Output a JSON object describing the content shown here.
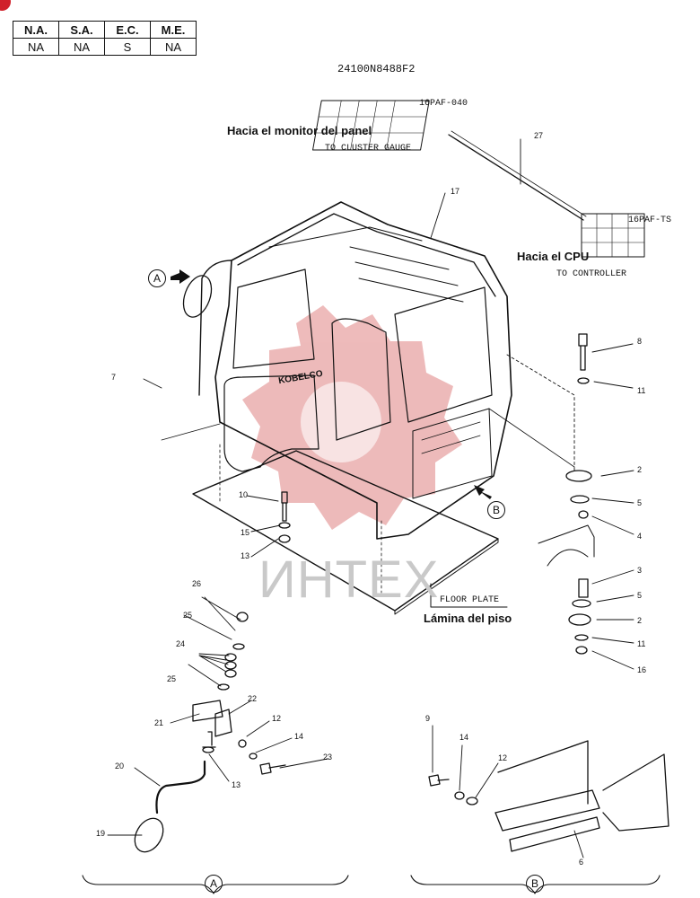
{
  "availability": {
    "headers": [
      "N.A.",
      "S.A.",
      "E.C.",
      "M.E."
    ],
    "values": [
      "NA",
      "NA",
      "S",
      "NA"
    ]
  },
  "drawing_code": "24100N8488F2",
  "connectors": {
    "top": "16PAF-040",
    "bottom": "16PAF-TS"
  },
  "labels": {
    "cluster_es": "Hacia el monitor del panel",
    "cluster_en": "TO CLUSTER GAUGE",
    "cpu_es": "Hacia el CPU",
    "cpu_en": "TO CONTROLLER",
    "floor_en": "FLOOR PLATE",
    "floor_es": "Lámina del piso"
  },
  "callouts": {
    "a": "A",
    "b": "B"
  },
  "watermark": "ИНТЕХ",
  "brand": "KOBELCO",
  "parts": [
    "27",
    "17",
    "8",
    "11",
    "7",
    "2",
    "5",
    "4",
    "10",
    "15",
    "13",
    "3",
    "5",
    "2",
    "11",
    "16",
    "26",
    "25",
    "24",
    "25",
    "22",
    "21",
    "12",
    "14",
    "23",
    "13",
    "20",
    "19",
    "9",
    "14",
    "12",
    "6"
  ],
  "colors": {
    "line": "#111111",
    "watermark": "#e8a4a4",
    "corner": "#d0202a"
  }
}
